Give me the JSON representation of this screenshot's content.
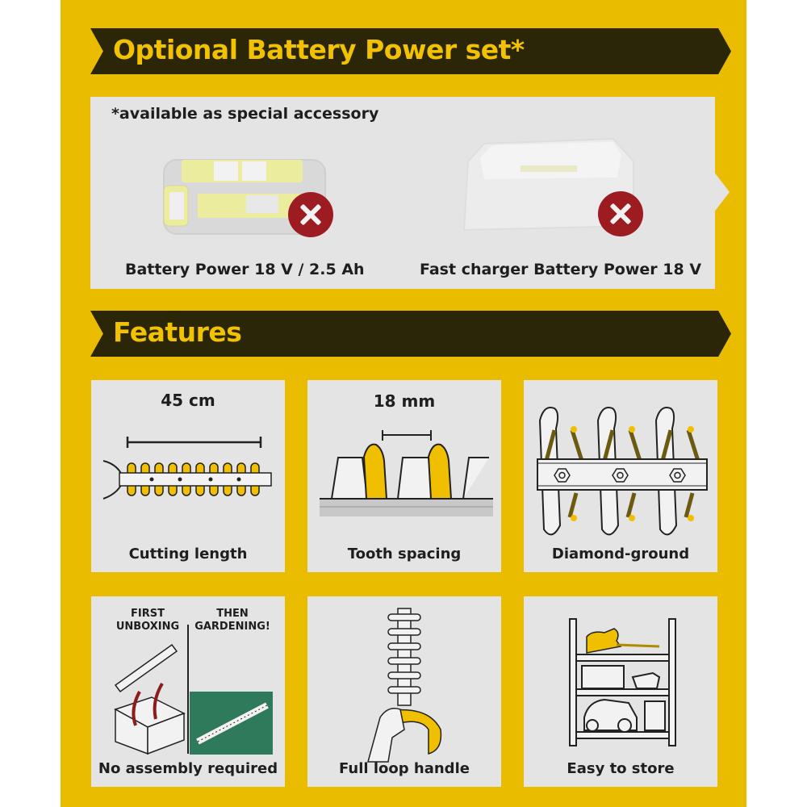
{
  "colors": {
    "panel_yellow": "#e9bc00",
    "banner_dark": "#2b2608",
    "banner_text": "#f2c200",
    "tile_grey": "#e4e4e4",
    "x_badge_red": "#9c1c22",
    "garden_green": "#2f7a5a"
  },
  "accessory_section": {
    "title": "Optional Battery Power set*",
    "note": "*available as special accessory",
    "items": [
      {
        "label": "Battery Power 18 V / 2.5 Ah",
        "image": "battery-pack",
        "badge": "not-included-x-icon"
      },
      {
        "label": "Fast charger Battery Power 18 V",
        "image": "fast-charger",
        "badge": "not-included-x-icon"
      }
    ]
  },
  "features_section": {
    "title": "Features",
    "tiles": [
      {
        "value": "45 cm",
        "label": "Cutting length",
        "icon": "blade-length-icon"
      },
      {
        "value": "18 mm",
        "label": "Tooth spacing",
        "icon": "tooth-spacing-icon"
      },
      {
        "value": "",
        "label": "Diamond-ground",
        "icon": "diamond-ground-blade-icon"
      },
      {
        "value": "",
        "label": "No assembly required",
        "icon": "unboxing-icon",
        "sub_left": "FIRST UNBOXING",
        "sub_right": "THEN GARDENING!"
      },
      {
        "value": "",
        "label": "Full loop handle",
        "icon": "loop-handle-icon"
      },
      {
        "value": "",
        "label": "Easy to store",
        "icon": "storage-shelf-icon"
      }
    ]
  }
}
